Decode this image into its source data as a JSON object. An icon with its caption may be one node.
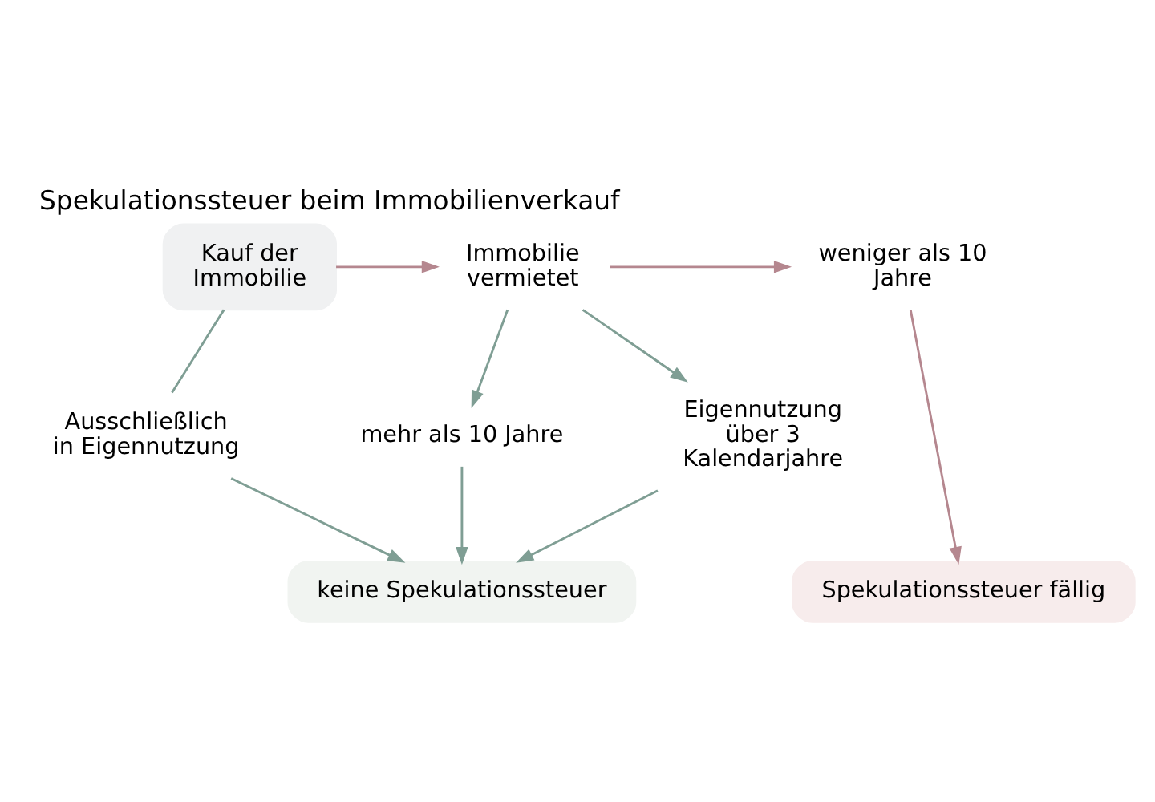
{
  "diagram": {
    "title": "Spekulationssteuer beim Immobilienverkauf",
    "nodes": [
      {
        "text": [
          "Kauf der Immobilie"
        ]
      },
      {
        "text": [
          "Immobilie vermietet"
        ]
      },
      {
        "text": [
          "weniger als 10 Jahre"
        ]
      },
      {
        "text": [
          "Ausschließlich in Eigennutzung"
        ]
      },
      {
        "text": [
          "mehr als 10 Jahre"
        ]
      },
      {
        "text": [
          "Eigennutzung über 3 Kalendarjahre"
        ]
      },
      {
        "text": [
          "keine Spekulationssteuer"
        ]
      },
      {
        "text": [
          "Spekulationssteuer fällig"
        ]
      }
    ],
    "edges": [
      {
        "from": 0,
        "to": 1,
        "arrow": "to",
        "color": "#b5878f"
      },
      {
        "from": 1,
        "to": 2,
        "arrow": "to",
        "color": "#b5878f"
      },
      {
        "from": 1,
        "to": 4,
        "arrow": "to"
      },
      {
        "from": 1,
        "to": 5,
        "arrow": "to"
      },
      {
        "from": 0,
        "to": 3,
        "arrow": "none"
      },
      {
        "from": 3,
        "to": 6,
        "arrow": "to"
      },
      {
        "from": 4,
        "to": 6,
        "arrow": "to"
      },
      {
        "from": 5,
        "to": 6,
        "arrow": "to"
      },
      {
        "from": 2,
        "to": 7,
        "arrow": "to",
        "color": "#b5878f"
      }
    ]
  }
}
